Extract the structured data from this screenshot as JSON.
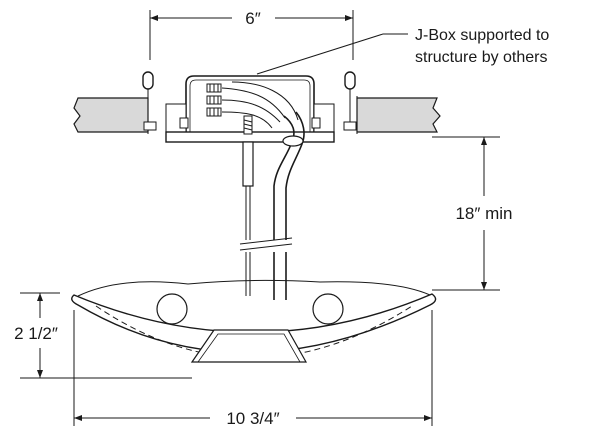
{
  "diagram": {
    "dimensions": {
      "jbox_spacing": "6″",
      "drop_length": "18″ min",
      "fixture_height": "2 1/2″",
      "fixture_width": "10 3/4″"
    },
    "callout": {
      "line1": "J-Box supported to",
      "line2": "structure by others"
    },
    "colors": {
      "line": "#1a1a1a",
      "ceiling_fill": "#d9d9d9",
      "background": "#ffffff"
    }
  }
}
